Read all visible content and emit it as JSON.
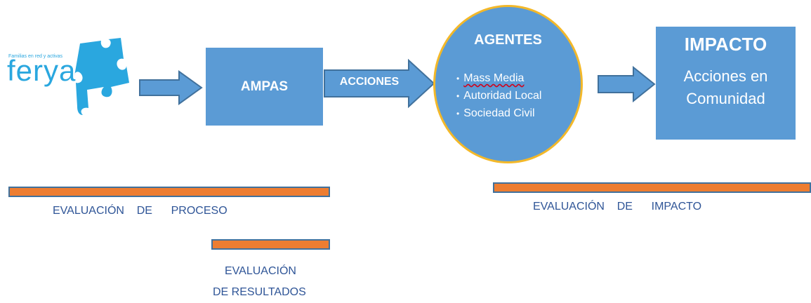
{
  "logo": {
    "tagline": "Familias en red y activas",
    "name": "ferya",
    "colors": {
      "brand": "#2aa7df"
    }
  },
  "nodes": {
    "ampas": "AMPAS",
    "acciones": "ACCIONES",
    "agentes": {
      "title": "AGENTES",
      "items": [
        "Mass Media",
        "Autoridad  Local",
        "Sociedad Civil"
      ]
    },
    "impacto": {
      "title": "IMPACTO",
      "line1": "Acciones en",
      "line2": "Comunidad"
    }
  },
  "evaluations": {
    "proceso": "EVALUACIÓN    DE      PROCESO",
    "resultados_line1": "EVALUACIÓN",
    "resultados_line2": "DE RESULTADOS",
    "impacto": "EVALUACIÓN    DE      IMPACTO"
  },
  "colors": {
    "box_fill": "#5b9bd5",
    "circle_border": "#f3b829",
    "bar_fill": "#ed7d31",
    "bar_border": "#41719c",
    "caption_text": "#2f5597"
  }
}
